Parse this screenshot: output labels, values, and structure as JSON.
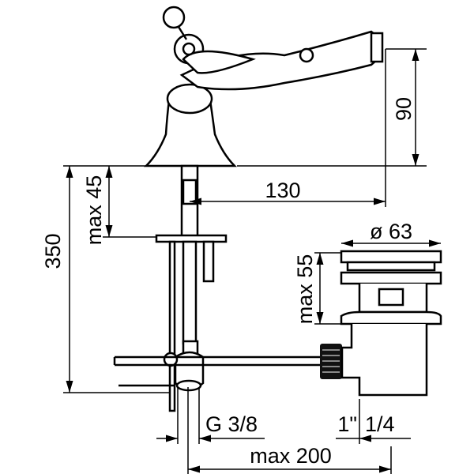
{
  "drawing": {
    "title": "Bidet mixer technical drawing",
    "dimensions": {
      "spout_height": "90",
      "spout_reach": "130",
      "max_deck_thickness": "max 45",
      "total_height": "350",
      "drain_diameter": "ø 63",
      "drain_max_thickness": "max 55",
      "inlet_thread": "G 3/8",
      "drain_thread_a": "1\"",
      "drain_thread_b": "1/4",
      "max_rod_length": "max 200"
    }
  }
}
